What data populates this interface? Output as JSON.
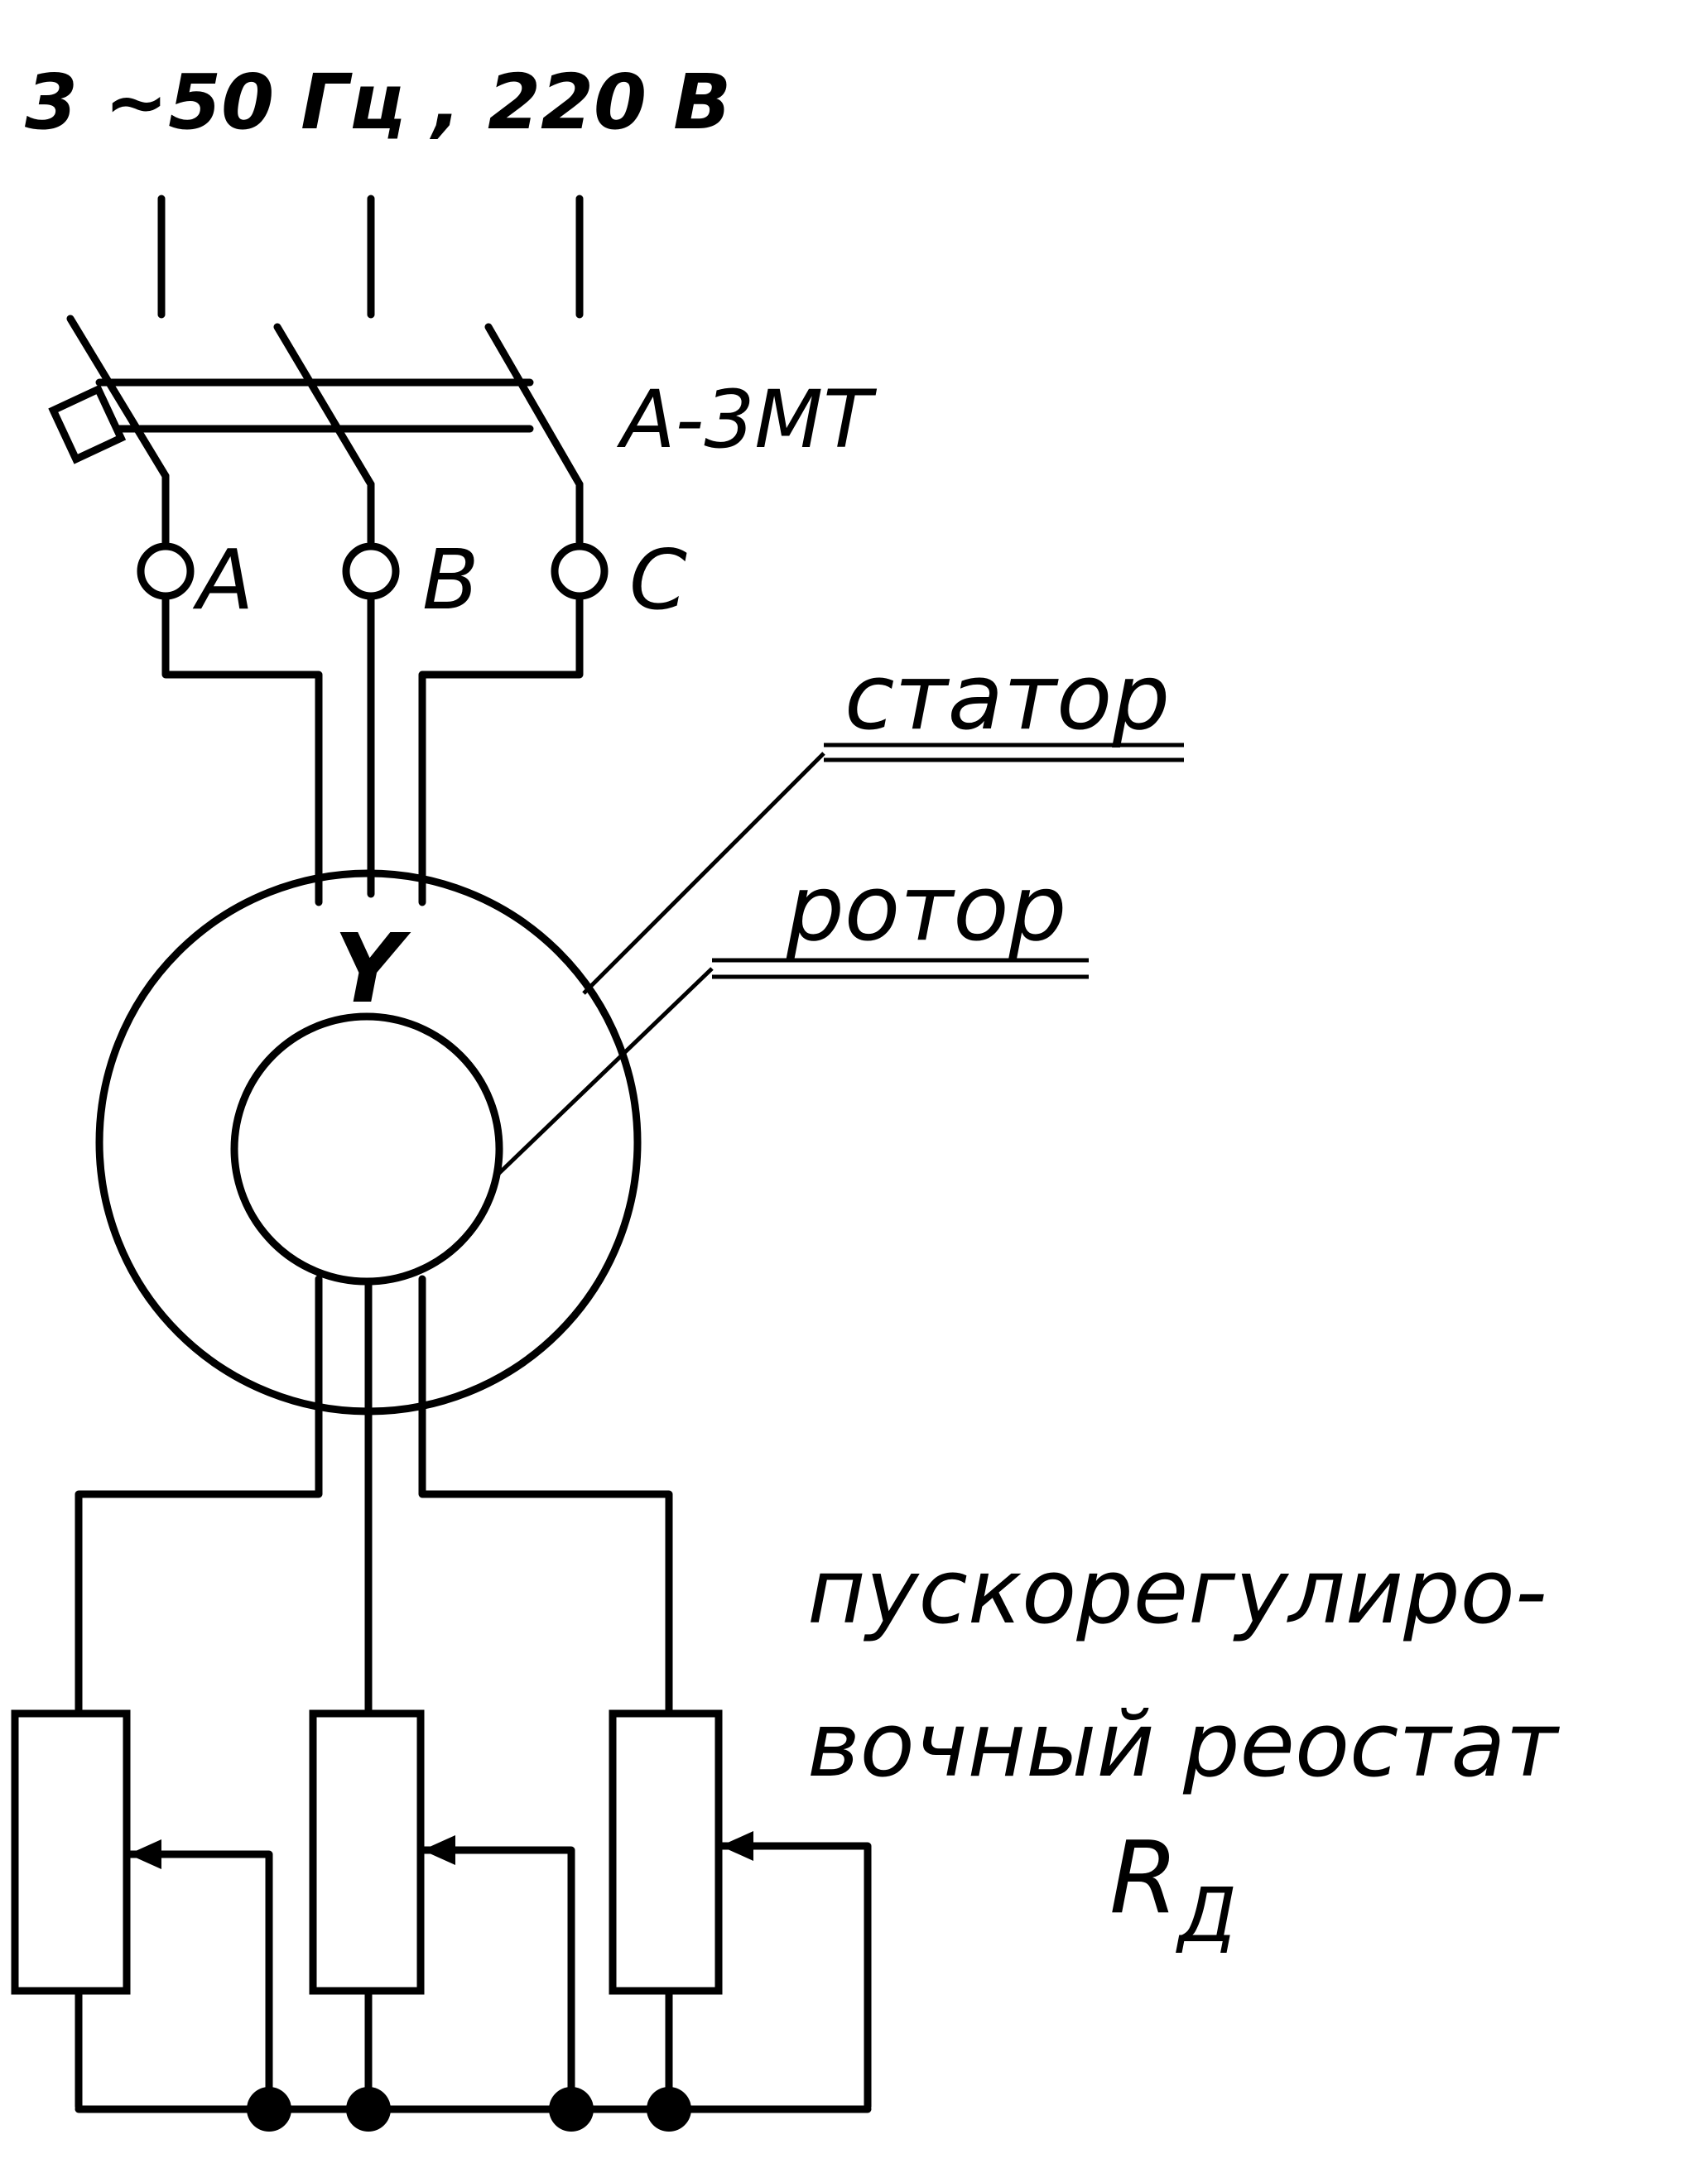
{
  "supply_label": "3 ~50 Гц , 220 В",
  "breaker_label": "А-3МТ",
  "terminals": [
    "А",
    "В",
    "С"
  ],
  "stator_label": "статор",
  "rotor_label": "ротор",
  "connection_label": "Y",
  "rheostat_label_line1": "пускорегулиро-",
  "rheostat_label_line2": "вочный реостат",
  "rheostat_symbol": "R",
  "rheostat_symbol_sub": "Д"
}
